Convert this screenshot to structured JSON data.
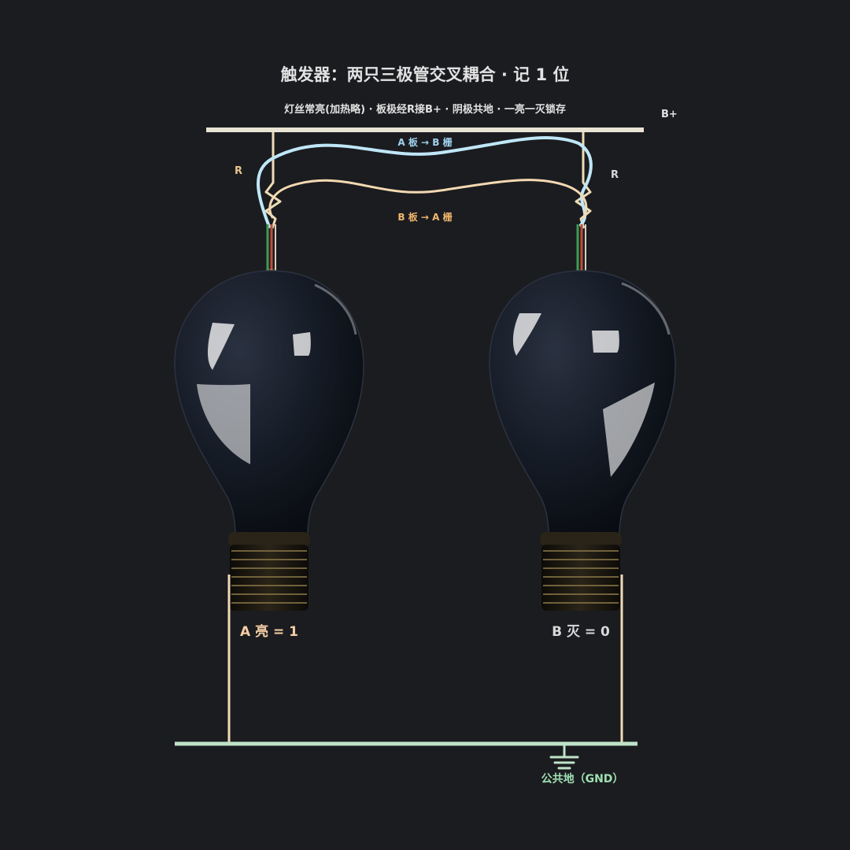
{
  "title": "触发器：两只三极管交叉耦合 · 记 1 位",
  "subtitle": "灯丝常亮(加热略) · 板极经R接B+ · 阴极共地 · 一亮一灭锁存",
  "rails": {
    "bplus_label": "B+",
    "gnd_label": "公共地（GND）"
  },
  "resistors": {
    "left_label": "R",
    "right_label": "R"
  },
  "wires": {
    "a_to_b_label": "A 板 → B 栅",
    "b_to_a_label": "B 板 → A 栅"
  },
  "tubes": {
    "a_state": "A 亮 = 1",
    "b_state": "B 灭 = 0"
  },
  "colors": {
    "background": "#1b1c20",
    "bplus_rail": "#e9e3d3",
    "gnd_rail": "#bfe3c8",
    "gnd_text": "#9fe0b2",
    "wire_a_to_b": "#bfe7f7",
    "wire_b_to_a": "#f3d9b1",
    "resistor": "#eddcb5",
    "label_r": "#e8c58c",
    "label_a_to_b": "#9fd3ee",
    "label_b_to_a": "#f0b76c",
    "state_a": "#f5cfa5",
    "state_b": "#d8d8d8",
    "title_text": "#e2e2e2"
  },
  "icons": {
    "tube_icon": "light-bulb-icon",
    "ground_icon": "ground-symbol-icon"
  }
}
